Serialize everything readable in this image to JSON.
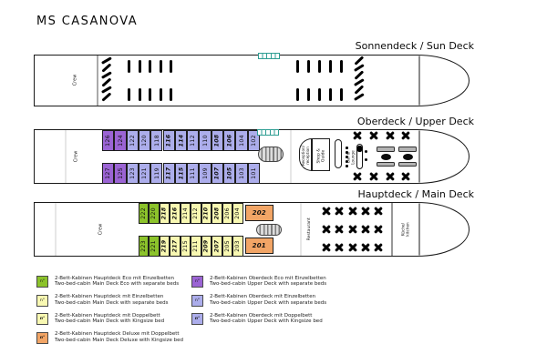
{
  "title": "MS CASANOVA",
  "colors": {
    "upper_eco": "#9b64d4",
    "upper_cabin": "#acadeb",
    "main_eco": "#8cc32b",
    "main_cabin": "#f8f8b2",
    "main_deluxe": "#f2a566",
    "teal": "#2f9e93"
  },
  "decks": [
    {
      "label": "Sonnendeck / Sun Deck",
      "crew": "Crew"
    },
    {
      "label": "Oberdeck / Upper Deck",
      "crew": "Crew",
      "facilities": {
        "reception": "Reception/\nreception",
        "shop": "Shop &\nGuide",
        "bar": "Bar & Lounge"
      },
      "cabins": {
        "top": [
          {
            "n": "126",
            "t": "eco"
          },
          {
            "n": "124",
            "t": "eco"
          },
          {
            "n": "122",
            "t": "s"
          },
          {
            "n": "120",
            "t": "s"
          },
          {
            "n": "118",
            "t": "s"
          },
          {
            "n": "116",
            "t": "d"
          },
          {
            "n": "114",
            "t": "d"
          },
          {
            "n": "112",
            "t": "s"
          },
          {
            "n": "110",
            "t": "s"
          },
          {
            "n": "108",
            "t": "d"
          },
          {
            "n": "106",
            "t": "d"
          },
          {
            "n": "104",
            "t": "s"
          },
          {
            "n": "102",
            "t": "s"
          }
        ],
        "bottom": [
          {
            "n": "127",
            "t": "eco"
          },
          {
            "n": "125",
            "t": "eco"
          },
          {
            "n": "123",
            "t": "s"
          },
          {
            "n": "121",
            "t": "s"
          },
          {
            "n": "119",
            "t": "s"
          },
          {
            "n": "117",
            "t": "d"
          },
          {
            "n": "115",
            "t": "d"
          },
          {
            "n": "111",
            "t": "s"
          },
          {
            "n": "109",
            "t": "s"
          },
          {
            "n": "107",
            "t": "d"
          },
          {
            "n": "105",
            "t": "d"
          },
          {
            "n": "103",
            "t": "s"
          },
          {
            "n": "101",
            "t": "s"
          }
        ]
      }
    },
    {
      "label": "Hauptdeck / Main Deck",
      "crew": "Crew",
      "facilities": {
        "restaurant": "Restaurant",
        "kitchen": "Küche/\nkitchen"
      },
      "cabins": {
        "top": [
          {
            "n": "222",
            "t": "eco"
          },
          {
            "n": "220",
            "t": "eco"
          },
          {
            "n": "218",
            "t": "d"
          },
          {
            "n": "216",
            "t": "d"
          },
          {
            "n": "214",
            "t": "s"
          },
          {
            "n": "212",
            "t": "s"
          },
          {
            "n": "210",
            "t": "d"
          },
          {
            "n": "208",
            "t": "d"
          },
          {
            "n": "206",
            "t": "s"
          },
          {
            "n": "204",
            "t": "s"
          },
          {
            "n": "202",
            "t": "x"
          }
        ],
        "bottom": [
          {
            "n": "223",
            "t": "eco"
          },
          {
            "n": "221",
            "t": "eco"
          },
          {
            "n": "219",
            "t": "d"
          },
          {
            "n": "217",
            "t": "d"
          },
          {
            "n": "215",
            "t": "s"
          },
          {
            "n": "211",
            "t": "s"
          },
          {
            "n": "209",
            "t": "d"
          },
          {
            "n": "207",
            "t": "d"
          },
          {
            "n": "205",
            "t": "s"
          },
          {
            "n": "203",
            "t": "s"
          },
          {
            "n": "201",
            "t": "x"
          }
        ]
      }
    }
  ],
  "legend": {
    "swatch_text": "n°",
    "left": [
      {
        "color": "main_eco",
        "italic": false,
        "de": "2-Bett-Kabinen Hauptdeck Eco mit Einzelbetten",
        "en": "Two-bed-cabin Main Deck Eco with separate beds"
      },
      {
        "color": "main_cabin",
        "italic": false,
        "de": "2-Bett-Kabinen Hauptdeck mit Einzelbetten",
        "en": "Two-bed-cabin Main Deck with separate beds"
      },
      {
        "color": "main_cabin",
        "italic": true,
        "de": "2-Bett-Kabinen Hauptdeck mit Doppelbett",
        "en": "Two-bed-cabin Main Deck with Kingsize bed"
      },
      {
        "color": "main_deluxe",
        "italic": true,
        "de": "2-Bett-Kabinen Hauptdeck Deluxe mit Doppelbett",
        "en": "Two-bed-cabin Main Deck Deluxe with Kingsize bed"
      }
    ],
    "right": [
      {
        "color": "upper_eco",
        "italic": false,
        "de": "2-Bett-Kabinen Oberdeck Eco mit Einzelbetten",
        "en": "Two-bed-cabin Upper Deck with separate beds"
      },
      {
        "color": "upper_cabin",
        "italic": false,
        "de": "2-Bett-Kabinen Oberdeck mit Einzelbetten",
        "en": "Two-bed-cabin Upper Deck with separate beds"
      },
      {
        "color": "upper_cabin",
        "italic": true,
        "de": "2-Bett-Kabinen Oberdeck mit Doppelbett",
        "en": "Two-bed-cabin Upper Deck with Kingsize bed"
      }
    ]
  }
}
